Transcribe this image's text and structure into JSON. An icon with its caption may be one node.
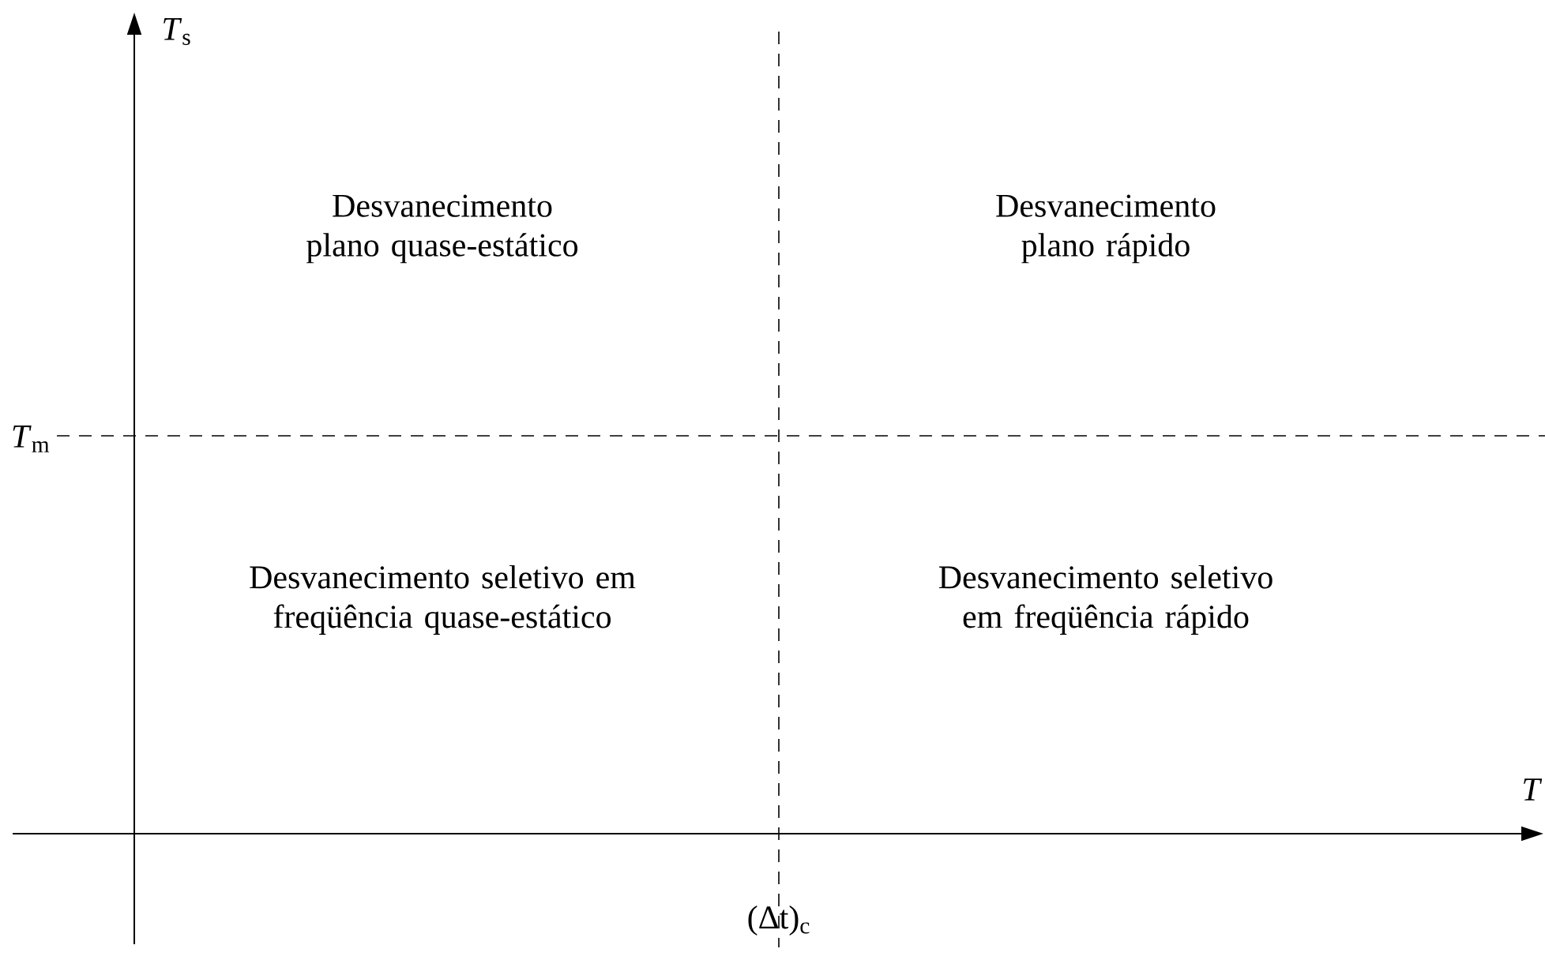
{
  "diagram": {
    "labels": [
      "*T*$_{s}$",
      "Desvanecimento plano quase-estático",
      "Desvanecimento plano rápido",
      "*T*$_{m}$",
      "Desvanecimento seletivo em freqüência quase-estático",
      "Desvanecimento seletivo em freqüência rápido",
      "T",
      "(Δt)$_{c}$"
    ]
  }
}
